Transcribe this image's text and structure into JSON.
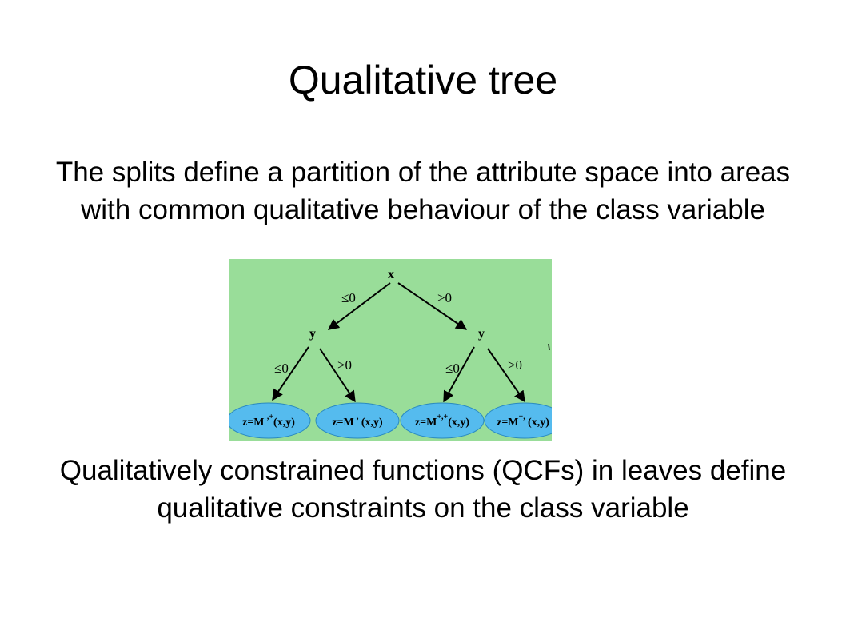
{
  "slide": {
    "title": "Qualitative tree",
    "text_top": "The splits define a partition of the attribute space into areas with common qualitative behaviour of the class variable",
    "text_bottom": "Qualitatively constrained functions (QCFs) in leaves define qualitative constraints on the class variable"
  },
  "tree": {
    "root": "x",
    "root_left_branch": "≤0",
    "root_right_branch": ">0",
    "left_node": "y",
    "right_node": "y",
    "left_node_left_branch": "≤0",
    "left_node_right_branch": ">0",
    "right_node_left_branch": "≤0",
    "right_node_right_branch": ">0",
    "leaves": [
      {
        "prefix": "z=M",
        "sup": "-,+",
        "args": "(x,y)"
      },
      {
        "prefix": "z=M",
        "sup": "-,-",
        "args": "(x,y)"
      },
      {
        "prefix": "z=M",
        "sup": "+,+",
        "args": "(x,y)"
      },
      {
        "prefix": "z=M",
        "sup": "+,-",
        "args": "(x,y)"
      }
    ],
    "colors": {
      "background": "#99dd99",
      "leaf_fill": "#55bbee",
      "edge": "#000000"
    }
  }
}
